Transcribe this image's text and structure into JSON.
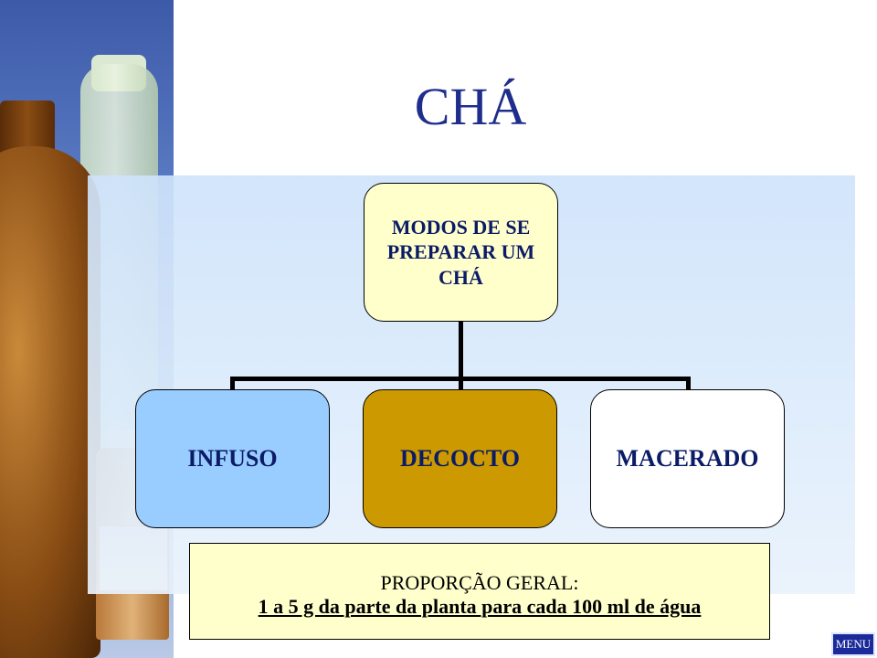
{
  "slide": {
    "title": "CHÁ"
  },
  "diagram": {
    "root": "MODOS DE SE PREPARAR UM CHÁ",
    "children": [
      {
        "label": "INFUSO",
        "color": "#99ccff"
      },
      {
        "label": "DECOCTO",
        "color": "#cc9900"
      },
      {
        "label": "MACERADO",
        "color": "#ffffff"
      }
    ],
    "root_color": "#ffffcc"
  },
  "note": {
    "line1": "PROPORÇÃO GERAL:",
    "line2": "1 a 5 g da parte da planta para cada 100 ml de água"
  },
  "nav": {
    "menu_label": "MENU"
  },
  "colors": {
    "title": "#1f2d8c",
    "box_text": "#0b1b66",
    "menu_bg": "#1a2a9a"
  }
}
